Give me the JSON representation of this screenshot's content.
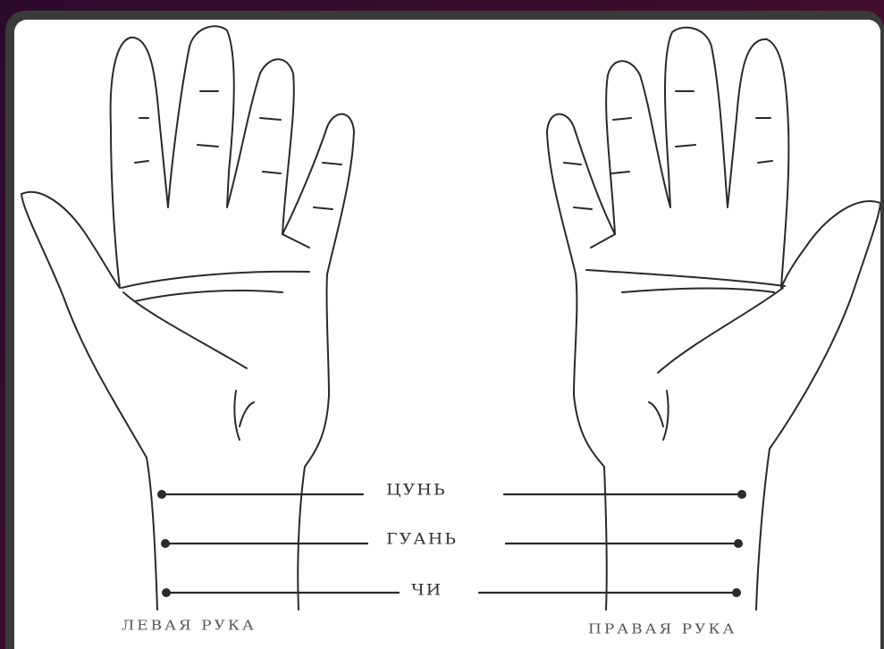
{
  "diagram": {
    "pulse_positions": [
      {
        "label": "ЦУНЬ"
      },
      {
        "label": "ГУАНЬ"
      },
      {
        "label": "ЧИ"
      }
    ],
    "hands": {
      "left_label": "ЛЕВАЯ РУКА",
      "right_label": "ПРАВАЯ РУКА"
    },
    "line_color": "#2a2a2a"
  }
}
